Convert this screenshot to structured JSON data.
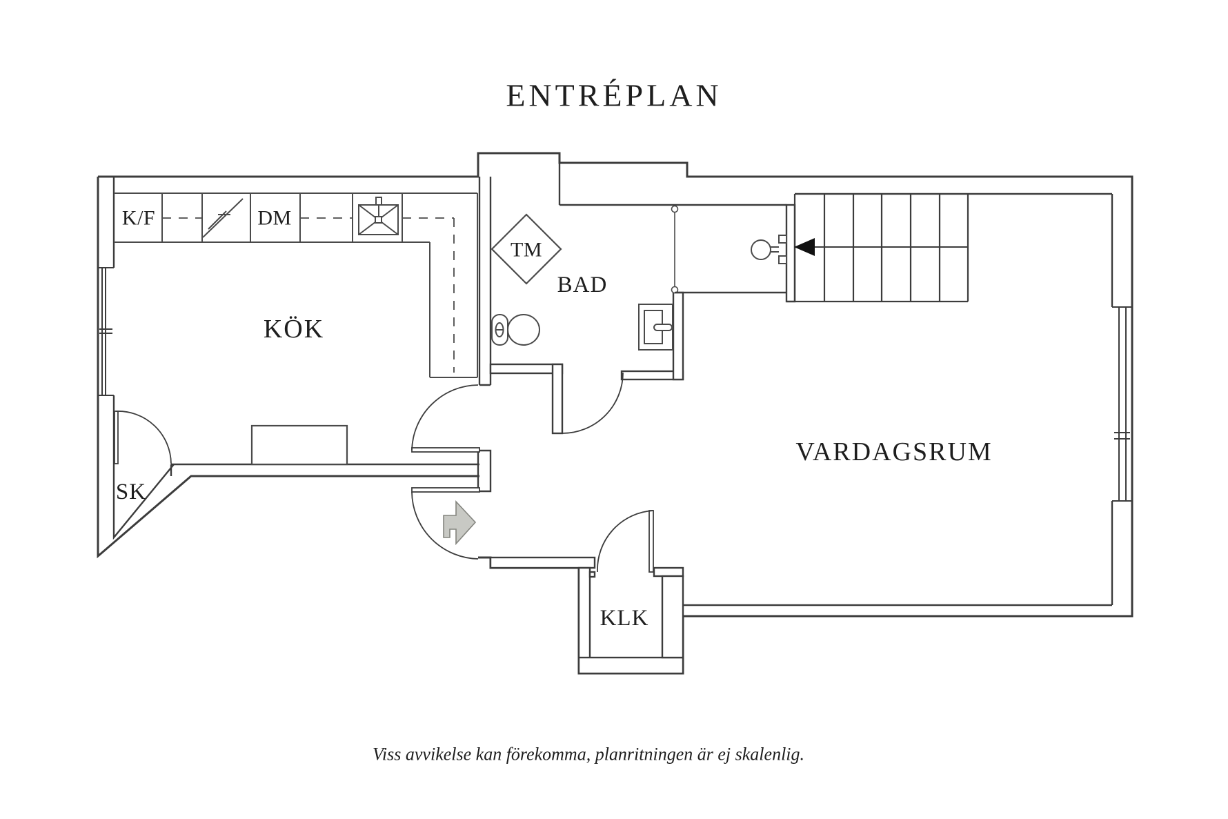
{
  "page": {
    "title": "ENTRÉPLAN",
    "caption": "Viss avvikelse kan förekomma, planritningen är ej skalenlig."
  },
  "rooms": {
    "kitchen": "KÖK",
    "bathroom": "BAD",
    "living_room": "VARDAGSRUM",
    "closet": "KLK",
    "cleaning_closet": "SK"
  },
  "appliances": {
    "fridge_freezer": "K/F",
    "dishwasher": "DM",
    "washing_machine": "TM"
  },
  "colors": {
    "wall_line": "#3c3c3c",
    "fixture_line": "#4a4a4a",
    "text": "#1e1e1e",
    "entry_arrow_fill": "#c8c9c4",
    "entry_arrow_stroke": "#84857f",
    "stairs_arrow_fill": "#111111",
    "background": "#ffffff"
  }
}
